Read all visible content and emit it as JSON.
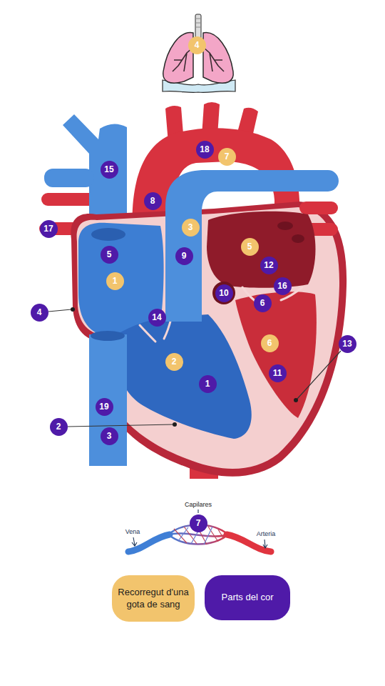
{
  "diagram": {
    "nodes": [
      {
        "text": [
          "4"
        ]
      },
      {
        "text": [
          "18"
        ]
      },
      {
        "text": [
          "7"
        ]
      },
      {
        "text": [
          "15"
        ]
      },
      {
        "text": [
          "8"
        ]
      },
      {
        "text": [
          "3"
        ]
      },
      {
        "text": [
          "17"
        ]
      },
      {
        "text": [
          "5"
        ]
      },
      {
        "text": [
          "5"
        ]
      },
      {
        "text": [
          "9"
        ]
      },
      {
        "text": [
          "12"
        ]
      },
      {
        "text": [
          "1"
        ]
      },
      {
        "text": [
          "16"
        ]
      },
      {
        "text": [
          "10"
        ]
      },
      {
        "text": [
          "6"
        ]
      },
      {
        "text": [
          "4"
        ]
      },
      {
        "text": [
          "14"
        ]
      },
      {
        "text": [
          "6"
        ]
      },
      {
        "text": [
          "13"
        ]
      },
      {
        "text": [
          "2"
        ]
      },
      {
        "text": [
          "11"
        ]
      },
      {
        "text": [
          "1"
        ]
      },
      {
        "text": [
          "19"
        ]
      },
      {
        "text": [
          "2"
        ]
      },
      {
        "text": [
          "3"
        ]
      },
      {
        "text": [
          "7"
        ]
      }
    ],
    "labels": [
      "Capilares",
      "Vena",
      "Arteria"
    ],
    "legend": [
      {
        "text": "Recorregut d'una gota de sang",
        "color": "#f2c46d"
      },
      {
        "text": "Parts del cor",
        "color": "#4f1aa8"
      }
    ]
  }
}
